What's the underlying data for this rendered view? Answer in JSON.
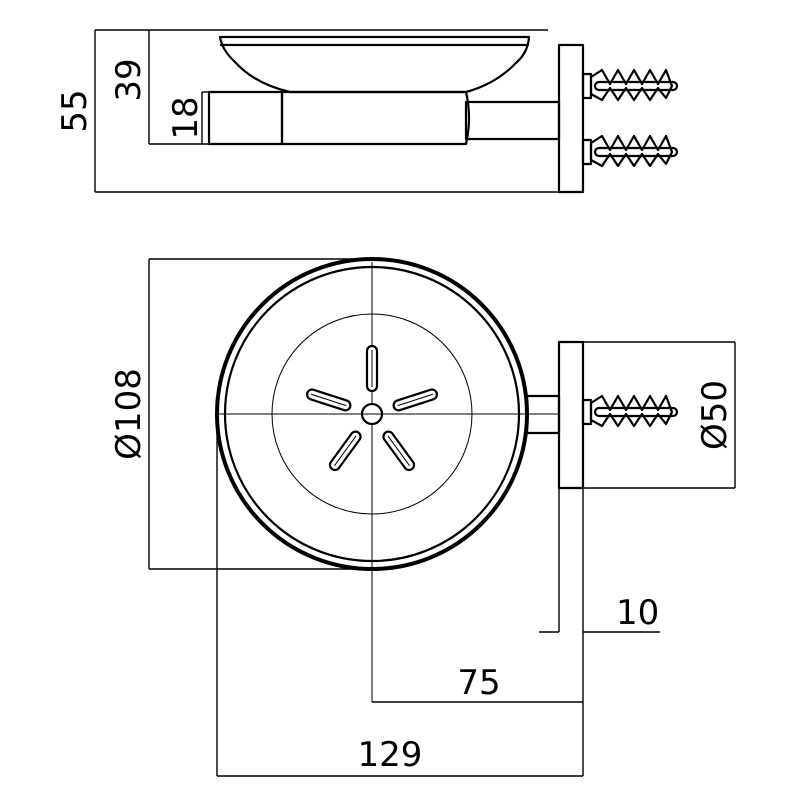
{
  "dimensions": {
    "total_height": "55",
    "dish_height": "39",
    "holder_height": "18",
    "dish_diameter": "Ø108",
    "flange_diameter": "Ø50",
    "flange_thickness": "10",
    "axis_to_wall": "75",
    "overall_projection": "129"
  },
  "colors": {
    "line": "#000000",
    "background": "#ffffff"
  }
}
